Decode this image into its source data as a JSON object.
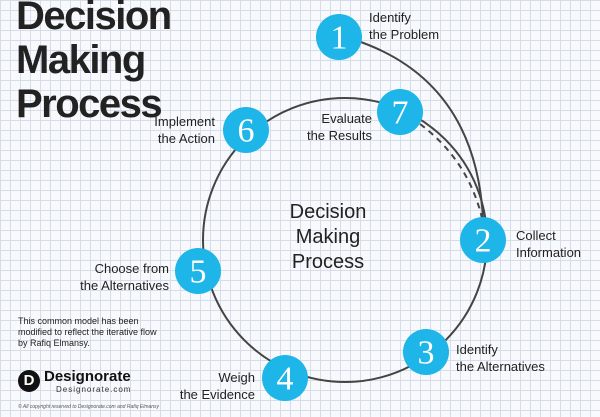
{
  "title_lines": [
    "Decision",
    "Making",
    "Process"
  ],
  "center_lines": [
    "Decision",
    "Making",
    "Process"
  ],
  "steps": [
    {
      "number": "1",
      "lines": [
        "Identify",
        "the Problem"
      ]
    },
    {
      "number": "2",
      "lines": [
        "Collect",
        "Information"
      ]
    },
    {
      "number": "3",
      "lines": [
        "Identify",
        "the Alternatives"
      ]
    },
    {
      "number": "4",
      "lines": [
        "Weigh",
        "the Evidence"
      ]
    },
    {
      "number": "5",
      "lines": [
        "Choose from",
        "the Alternatives"
      ]
    },
    {
      "number": "6",
      "lines": [
        "Implement",
        "the Action"
      ]
    },
    {
      "number": "7",
      "lines": [
        "Evaluate",
        "the Results"
      ]
    }
  ],
  "note": "This common model has been modified to reflect the iterative flow by Rafiq Elmansy.",
  "brand": {
    "mark": "D",
    "name": "Designorate",
    "url": "Designorate.com"
  },
  "copyright": "© All copyright reserved to Designorate.com and Rafiq Elmansy",
  "colors": {
    "node": "#1eb5e8",
    "line": "#444444",
    "grid": "#d5dde8"
  }
}
